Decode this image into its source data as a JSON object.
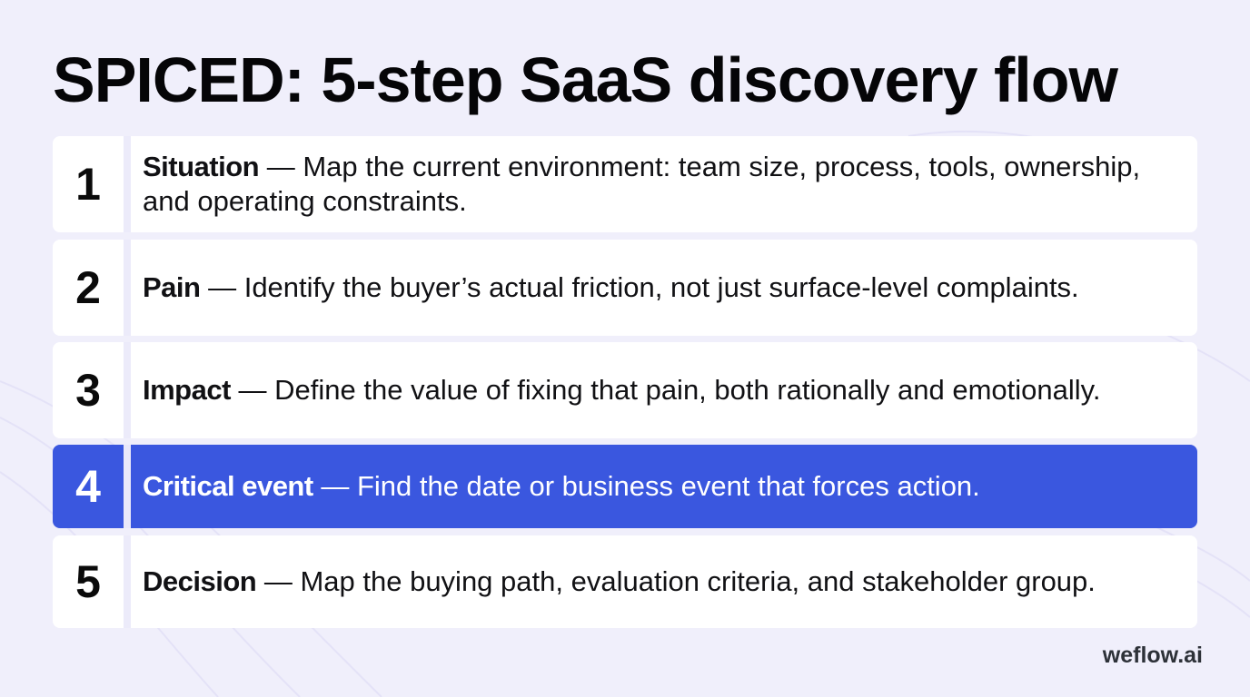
{
  "title": "SPICED: 5-step SaaS discovery flow",
  "steps": [
    {
      "number": "1",
      "term": "Situation",
      "separator": " — ",
      "description": "Map the current environment: team size, process, tools, ownership, and operating constraints.",
      "highlighted": false
    },
    {
      "number": "2",
      "term": "Pain",
      "separator": " — ",
      "description": "Identify the buyer’s actual friction, not just surface-level complaints.",
      "highlighted": false
    },
    {
      "number": "3",
      "term": "Impact",
      "separator": " — ",
      "description": "Define the value of fixing that pain, both rationally and emotionally.",
      "highlighted": false
    },
    {
      "number": "4",
      "term": "Critical event",
      "separator": " — ",
      "description": "Find the date or business event that forces action.",
      "highlighted": true
    },
    {
      "number": "5",
      "term": "Decision",
      "separator": " — ",
      "description": "Map the buying path, evaluation criteria, and stakeholder group.",
      "highlighted": false
    }
  ],
  "brand": "weflow.ai",
  "colors": {
    "background": "#f0effb",
    "highlight": "#3a57df",
    "card": "#ffffff",
    "brand_text": "#2d3138"
  }
}
